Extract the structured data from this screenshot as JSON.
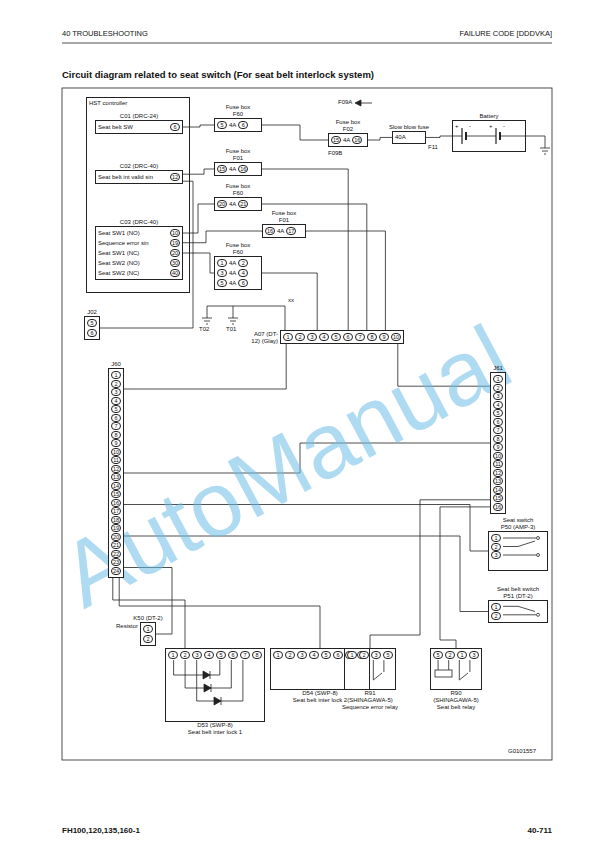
{
  "diagram": {
    "title": "Circuit diagram related to seat switch (For seat belt interlock system)",
    "nodes": [
      {
        "text": [
          "HST controller"
        ]
      },
      {
        "text": [
          "C01 (DRC-24)",
          "Seat belt SW",
          "6"
        ],
        "in": 0
      },
      {
        "text": [
          "C02 (DRC-40)",
          "Seat belt int valid sin",
          "12"
        ],
        "in": 0
      },
      {
        "text": [
          "C03 (DRC-40)",
          "Seat SW1 (NO)",
          "10",
          "Sequence error sin",
          "19",
          "Seat SW1 (NC)",
          "20",
          "Seat SW2 (NO)",
          "30",
          "Seat SW2 (NC)",
          "40"
        ],
        "in": 0
      },
      {
        "text": [
          "Fuse box",
          "F60",
          "5",
          "4A",
          "6"
        ]
      },
      {
        "text": [
          "Fuse box",
          "F01",
          "15",
          "4A",
          "16"
        ]
      },
      {
        "text": [
          "Fuse box",
          "F60",
          "20",
          "4A",
          "21"
        ]
      },
      {
        "text": [
          "Fuse box",
          "F01",
          "16",
          "4A",
          "17"
        ]
      },
      {
        "text": [
          "Fuse box",
          "F60",
          "1",
          "4A",
          "2",
          "3",
          "4A",
          "4",
          "5",
          "4A",
          "6"
        ]
      },
      {
        "text": [
          "Fuse box",
          "F02",
          "15",
          "4A",
          "16"
        ]
      },
      {
        "text": [
          "Slow blow fuse",
          "40A"
        ]
      },
      {
        "text": [
          "Battery"
        ]
      },
      {
        "text": [
          "J02",
          "5",
          "6"
        ]
      },
      {
        "text": [
          "A07 (DT-12) (Glay)",
          "1",
          "2",
          "3",
          "4",
          "5",
          "6",
          "7",
          "8",
          "9",
          "10"
        ]
      },
      {
        "text": [
          "J60",
          "1",
          "2",
          "3",
          "4",
          "5",
          "6",
          "7",
          "8",
          "9",
          "10",
          "11",
          "12",
          "13",
          "14",
          "15",
          "16",
          "17",
          "18",
          "19",
          "20",
          "21",
          "22",
          "23",
          "24"
        ]
      },
      {
        "text": [
          "J61",
          "1",
          "2",
          "3",
          "4",
          "5",
          "6",
          "7",
          "8",
          "9",
          "10",
          "11",
          "12",
          "13",
          "14",
          "15",
          "16"
        ]
      },
      {
        "text": [
          "Seat switch",
          "P50 (AMP-3)",
          "1",
          "2",
          "3"
        ]
      },
      {
        "text": [
          "Seat belt switch",
          "P51 (DT-2)",
          "1",
          "2"
        ]
      },
      {
        "text": [
          "Resistor",
          "K50 (DT-2)",
          "1",
          "2"
        ]
      },
      {
        "text": [
          "1",
          "2",
          "3",
          "4",
          "5",
          "6",
          "7",
          "8",
          "D53 (SWP-8)",
          "Seat belt inter lock 1"
        ]
      },
      {
        "text": [
          "1",
          "2",
          "3",
          "4",
          "5",
          "6",
          "7",
          "8",
          "D54 (SWP-8)",
          "Seat belt inter lock 2"
        ]
      },
      {
        "text": [
          "1",
          "2",
          "3",
          "5",
          "R91",
          "(SHINAGAWA-5)",
          "Sequence error relay"
        ]
      },
      {
        "text": [
          "5",
          "2",
          "1",
          "3",
          "R90",
          "(SHINAGAWA-5)",
          "Seat belt relay"
        ]
      }
    ],
    "edges": [
      {
        "from": 1,
        "to": 4,
        "arrow": "none"
      },
      {
        "from": 4,
        "to": 9,
        "arrow": "none"
      },
      {
        "from": 9,
        "to": 10,
        "arrow": "none"
      },
      {
        "from": 10,
        "to": 11,
        "arrow": "none"
      },
      {
        "from": 2,
        "to": 5,
        "arrow": "none"
      },
      {
        "from": 3,
        "to": 6,
        "arrow": "none"
      },
      {
        "from": 3,
        "to": 7,
        "arrow": "none"
      },
      {
        "from": 3,
        "to": 8,
        "arrow": "none"
      },
      {
        "from": 8,
        "to": 13,
        "arrow": "none"
      },
      {
        "from": 5,
        "to": 13,
        "arrow": "none"
      },
      {
        "from": 6,
        "to": 13,
        "arrow": "none"
      },
      {
        "from": 7,
        "to": 13,
        "arrow": "none"
      },
      {
        "from": 12,
        "to": 2,
        "arrow": "none"
      },
      {
        "from": 13,
        "to": 14,
        "arrow": "none"
      },
      {
        "from": 13,
        "to": 15,
        "arrow": "none"
      },
      {
        "from": 14,
        "to": 15,
        "arrow": "none"
      },
      {
        "from": 14,
        "to": 16,
        "arrow": "none"
      },
      {
        "from": 14,
        "to": 17,
        "arrow": "none"
      },
      {
        "from": 14,
        "to": 18,
        "arrow": "none"
      },
      {
        "from": 14,
        "to": 19,
        "arrow": "none"
      },
      {
        "from": 14,
        "to": 20,
        "arrow": "none"
      },
      {
        "from": 15,
        "to": 21,
        "arrow": "none"
      },
      {
        "from": 15,
        "to": 22,
        "arrow": "none"
      }
    ],
    "labels": [
      "40 TROUBLESHOOTING",
      "FAILURE CODE [DDDVKA]",
      "F09A",
      "F09B",
      "F11",
      "+",
      "-",
      "+",
      "-",
      "T02",
      "T01",
      "xx",
      "G0101557",
      "FH100,120,135,160-1",
      "40-711",
      "AutoManual"
    ]
  }
}
